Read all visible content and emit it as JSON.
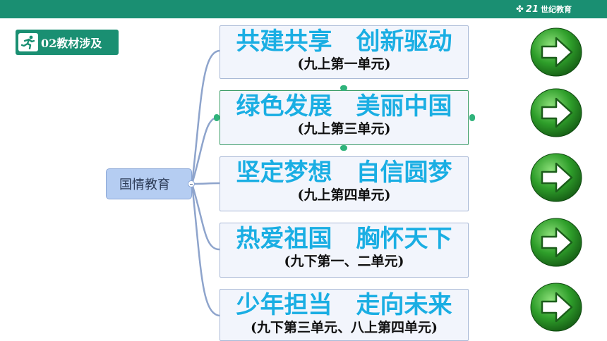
{
  "brand": {
    "runner_icon": "runner-icon",
    "number": "21",
    "name": "世纪教育"
  },
  "section": {
    "label": "02教材涉及",
    "icon": "running-person-icon"
  },
  "root": {
    "label": "国情教育"
  },
  "topics": [
    {
      "title": "共建共享　创新驱动",
      "sub": "(九上第一单元)"
    },
    {
      "title": "绿色发展　美丽中国",
      "sub": "(九上第三单元)"
    },
    {
      "title": "坚定梦想　自信圆梦",
      "sub": "(九上第四单元)"
    },
    {
      "title": "热爱祖国　胸怀天下",
      "sub": "(九下第一、二单元)"
    },
    {
      "title": "少年担当　走向未来",
      "sub": "(九下第三单元、八上第四单元)"
    }
  ],
  "colors": {
    "topbar": "#1a8f72",
    "title_text": "#1aaee3",
    "root_fill": "#b5cdf2",
    "topic_fill": "#f2f5fc",
    "arrow_green": "#2e9e2a"
  },
  "arrow_icon": "right-arrow-circle-icon"
}
